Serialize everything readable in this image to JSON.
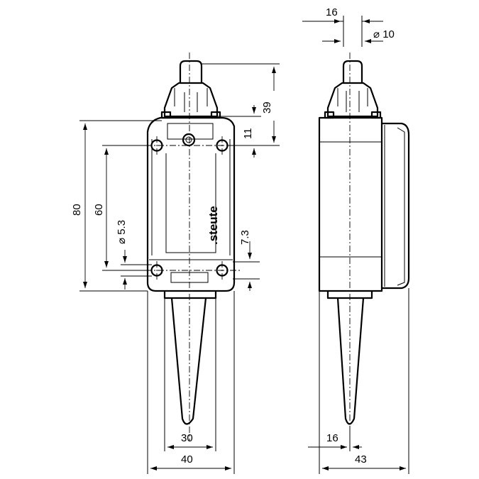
{
  "brand": ".steute",
  "dimensions": {
    "width_top": "16",
    "plunger_diameter": "⌀ 10",
    "height_39": "39",
    "height_11": "11",
    "height_80": "80",
    "height_60": "60",
    "hole_diameter": "⌀ 5.3",
    "hole_offset": "7.3",
    "lever_30": "30",
    "body_40": "40",
    "side_16": "16",
    "side_43": "43"
  }
}
